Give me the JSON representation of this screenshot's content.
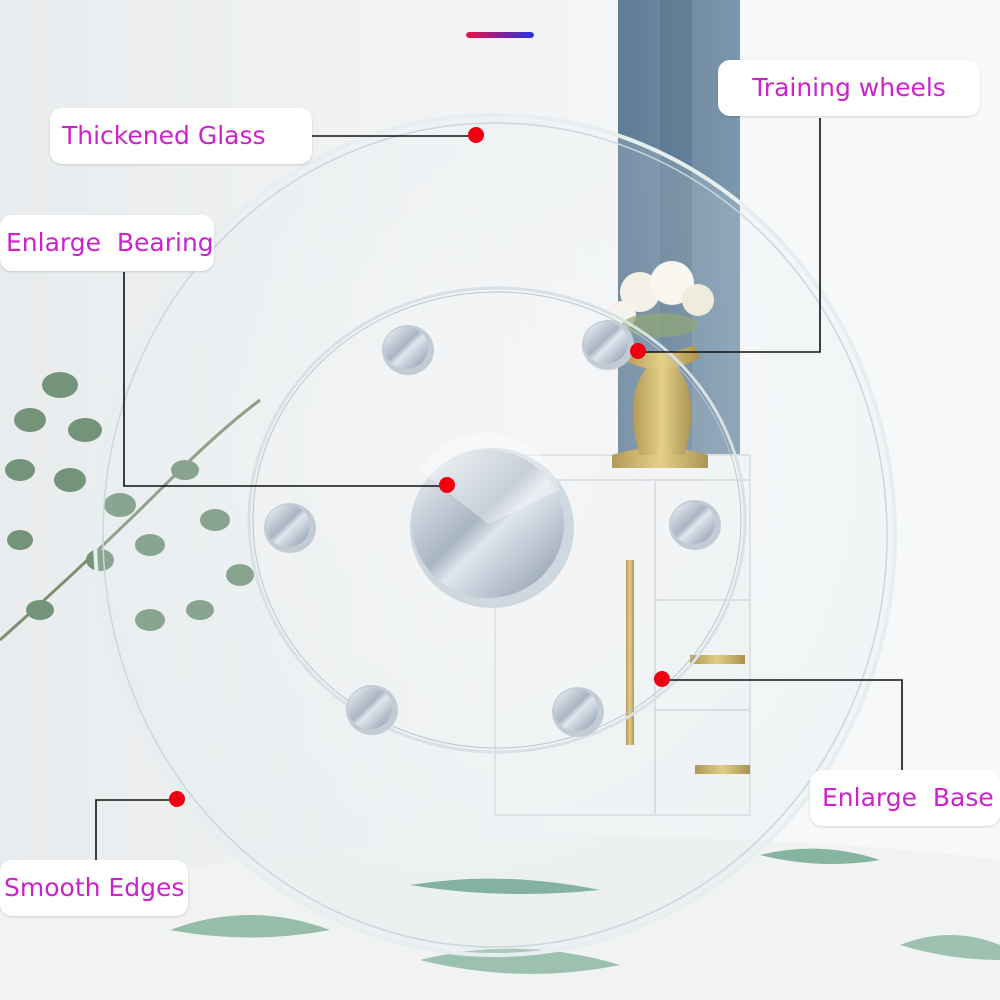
{
  "callouts": {
    "thickened_glass": "Thickened Glass",
    "enlarge_bearing": "Enlarge  Bearing",
    "training_wheels": "Training wheels",
    "enlarge_base": "Enlarge  Base",
    "smooth_edges": "Smooth Edges"
  },
  "colors": {
    "label_text": "#cc22cc",
    "marker_dot": "#ee0010",
    "leader_line": "#111111",
    "accent_bar_left": "#ee1144",
    "accent_bar_right": "#2233dd"
  }
}
